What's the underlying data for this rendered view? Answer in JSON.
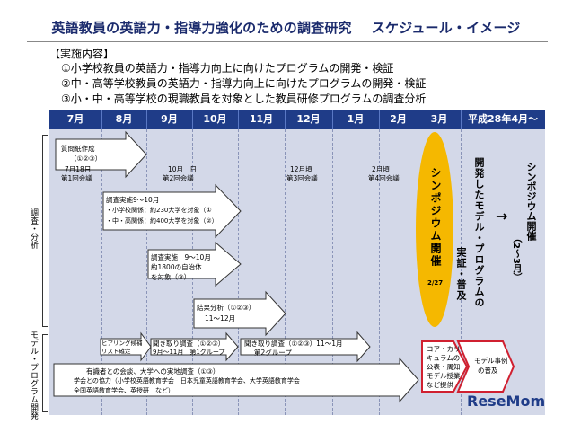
{
  "title": {
    "main": "英語教員の英語力・指導力強化のための調査研究",
    "sub": "スケジュール・イメージ"
  },
  "contents": {
    "heading": "【実施内容】",
    "items": [
      "①小学校教員の英語力・指導力向上に向けたプログラムの開発・検証",
      "②中・高等学校教員の英語力・指導力向上に向けたプログラムの開発・検証",
      "③小・中・高等学校の現職教員を対象とした教員研修プログラムの調査分析"
    ]
  },
  "timeline": [
    "7月",
    "8月",
    "9月",
    "10月",
    "11月",
    "12月",
    "1月",
    "2月",
    "3月",
    "平成28年4月～"
  ],
  "row_labels": {
    "survey": "調査・分析",
    "model": "モデル・プログラム開発"
  },
  "meetings": {
    "m1": "7月18日",
    "m1b": "第1回会議",
    "m2": "10月　日",
    "m2b": "第2回会議",
    "m3": "12月頃",
    "m3b": "第3回会議",
    "m4": "2月頃",
    "m4b": "第4回会議"
  },
  "arrows": {
    "a1": [
      "質問紙作成",
      "（①②③）"
    ],
    "a2": [
      "調査実施9～10月",
      "・小学校関係：約230大学を対象（①",
      "・中・高関係：約400大学を対象（②）"
    ],
    "a3": [
      "調査実施　9～10月",
      "約1800の自治体",
      "を対象（③）"
    ],
    "a4": [
      "結果分析（①②③）",
      "11～12月"
    ],
    "a5": [
      "ヒアリング候補",
      "リスト確定"
    ],
    "a6": [
      "聞き取り調査（①②③）",
      "9月～11月　第1グループ"
    ],
    "a7": [
      "聞き取り調査（①②③）11～1月",
      "第2グループ"
    ],
    "a8": [
      "有識者との会談、大学への実地調査（①③）",
      "学会との協力（小学校英語教育学会　日本児童英語教育学会、大学英語教育学会",
      "全国英語教育学会、英授研　など）"
    ],
    "red1": [
      "コア・カリ",
      "キュラムの",
      "公表・周知",
      "モデル授業",
      "など提供"
    ],
    "red2": [
      "モデル事例",
      "の普及"
    ]
  },
  "symposium": {
    "label": "シンポジウム開催",
    "date": "2/27"
  },
  "development": {
    "line1": "開発したモデル・プログラムの",
    "line2": "実証・普及"
  },
  "after": {
    "arrow": "→",
    "label": "シンポジウム開催",
    "paren": "（2～3月）"
  },
  "watermark": "ReseMom",
  "colors": {
    "header_bar": "#1f3c88",
    "grid_bg": "#d3d8e8",
    "symposium": "#f5b800",
    "red_arrow": "#d02030",
    "title_text": "#1a2a6c"
  }
}
